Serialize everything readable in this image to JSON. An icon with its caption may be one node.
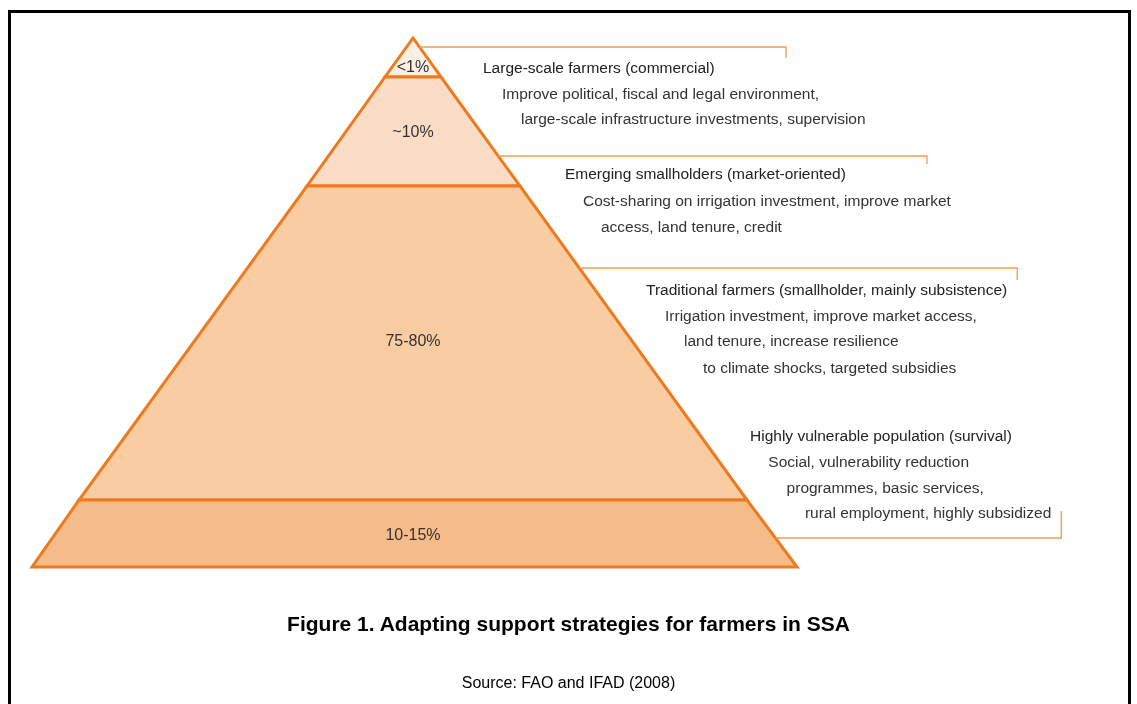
{
  "diagram": {
    "title": "Figure 1. Adapting support strategies for farmers in SSA",
    "caption": "Source: FAO and IFAD (2008)",
    "nodes": [
      {
        "text": [
          "<1%"
        ]
      },
      {
        "text": [
          "~10%"
        ]
      },
      {
        "text": [
          "75-80%"
        ]
      },
      {
        "text": [
          "10-15%"
        ]
      },
      {
        "text": [
          "Large-scale farmers (commercial)",
          "Improve political, fiscal and legal environment,",
          "large-scale infrastructure investments, supervision"
        ]
      },
      {
        "text": [
          "Emerging smallholders (market-oriented)",
          "Cost-sharing on irrigation investment, improve market",
          "access, land tenure, credit"
        ]
      },
      {
        "text": [
          "Traditional farmers (smallholder, mainly subsistence)",
          "Irrigation investment, improve market access,",
          "land tenure, increase resilience",
          "to climate shocks, targeted subsidies"
        ]
      },
      {
        "text": [
          "Highly vulnerable population (survival)",
          "Social, vulnerability reduction",
          "programmes, basic services,",
          "rural employment, highly subsidized"
        ]
      }
    ],
    "edges": [
      {
        "from": 4,
        "to": 0,
        "arrow": "none"
      },
      {
        "from": 5,
        "to": 1,
        "arrow": "none"
      },
      {
        "from": 6,
        "to": 2,
        "arrow": "none"
      },
      {
        "from": 7,
        "to": 3,
        "arrow": "none"
      }
    ]
  }
}
